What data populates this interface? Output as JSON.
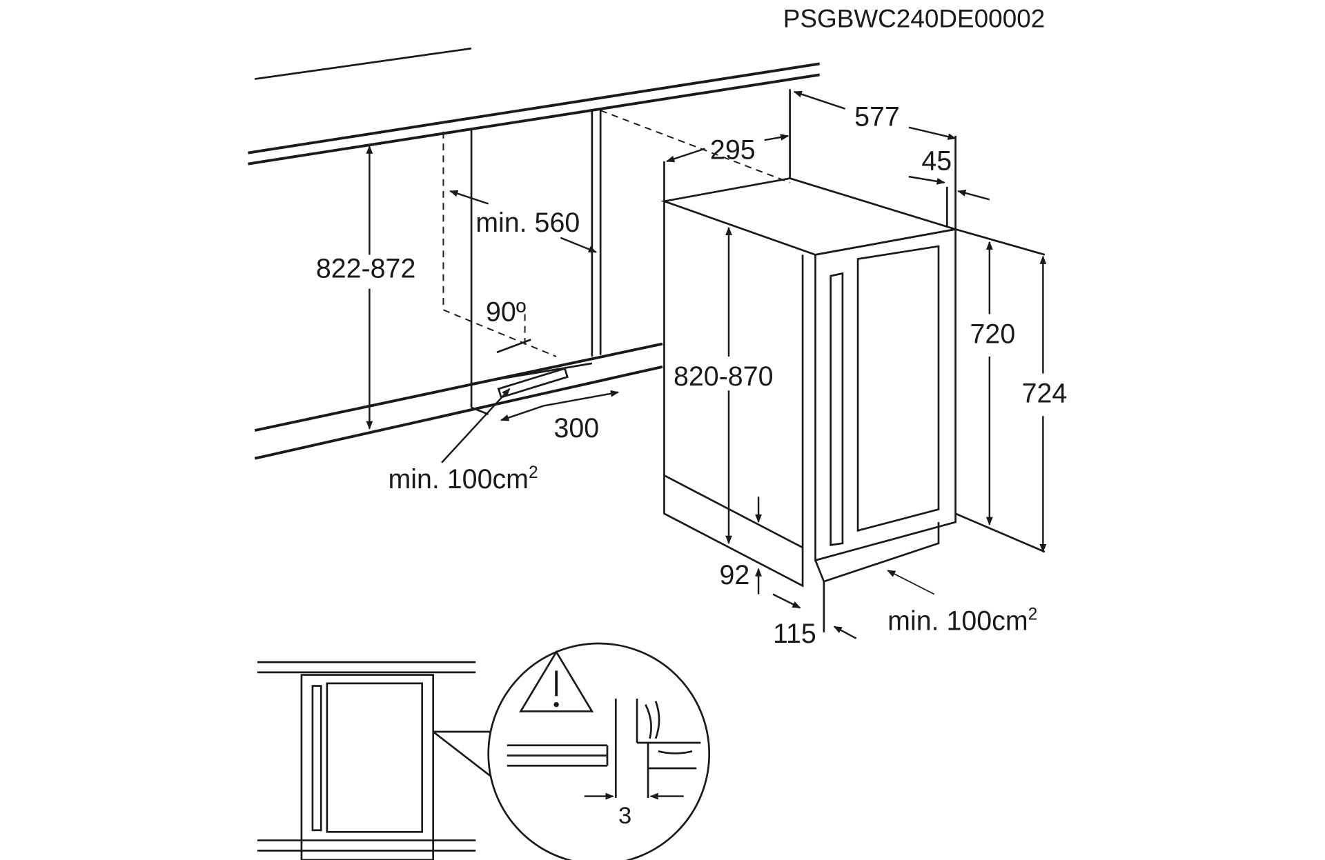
{
  "title": "PSGBWC240DE00002",
  "dimensions": {
    "d577": "577",
    "d295": "295",
    "d45": "45",
    "d822_872": "822-872",
    "min560": "min. 560",
    "angle90": "90º",
    "d300": "300",
    "vent_rear": "min. 100cm",
    "vent_front": "min. 100cm",
    "sup2": "2",
    "d820_870": "820-870",
    "d720": "720",
    "d724": "724",
    "d92": "92",
    "d115": "115",
    "gap3": "3"
  },
  "icons": [
    "warning-triangle-icon"
  ]
}
